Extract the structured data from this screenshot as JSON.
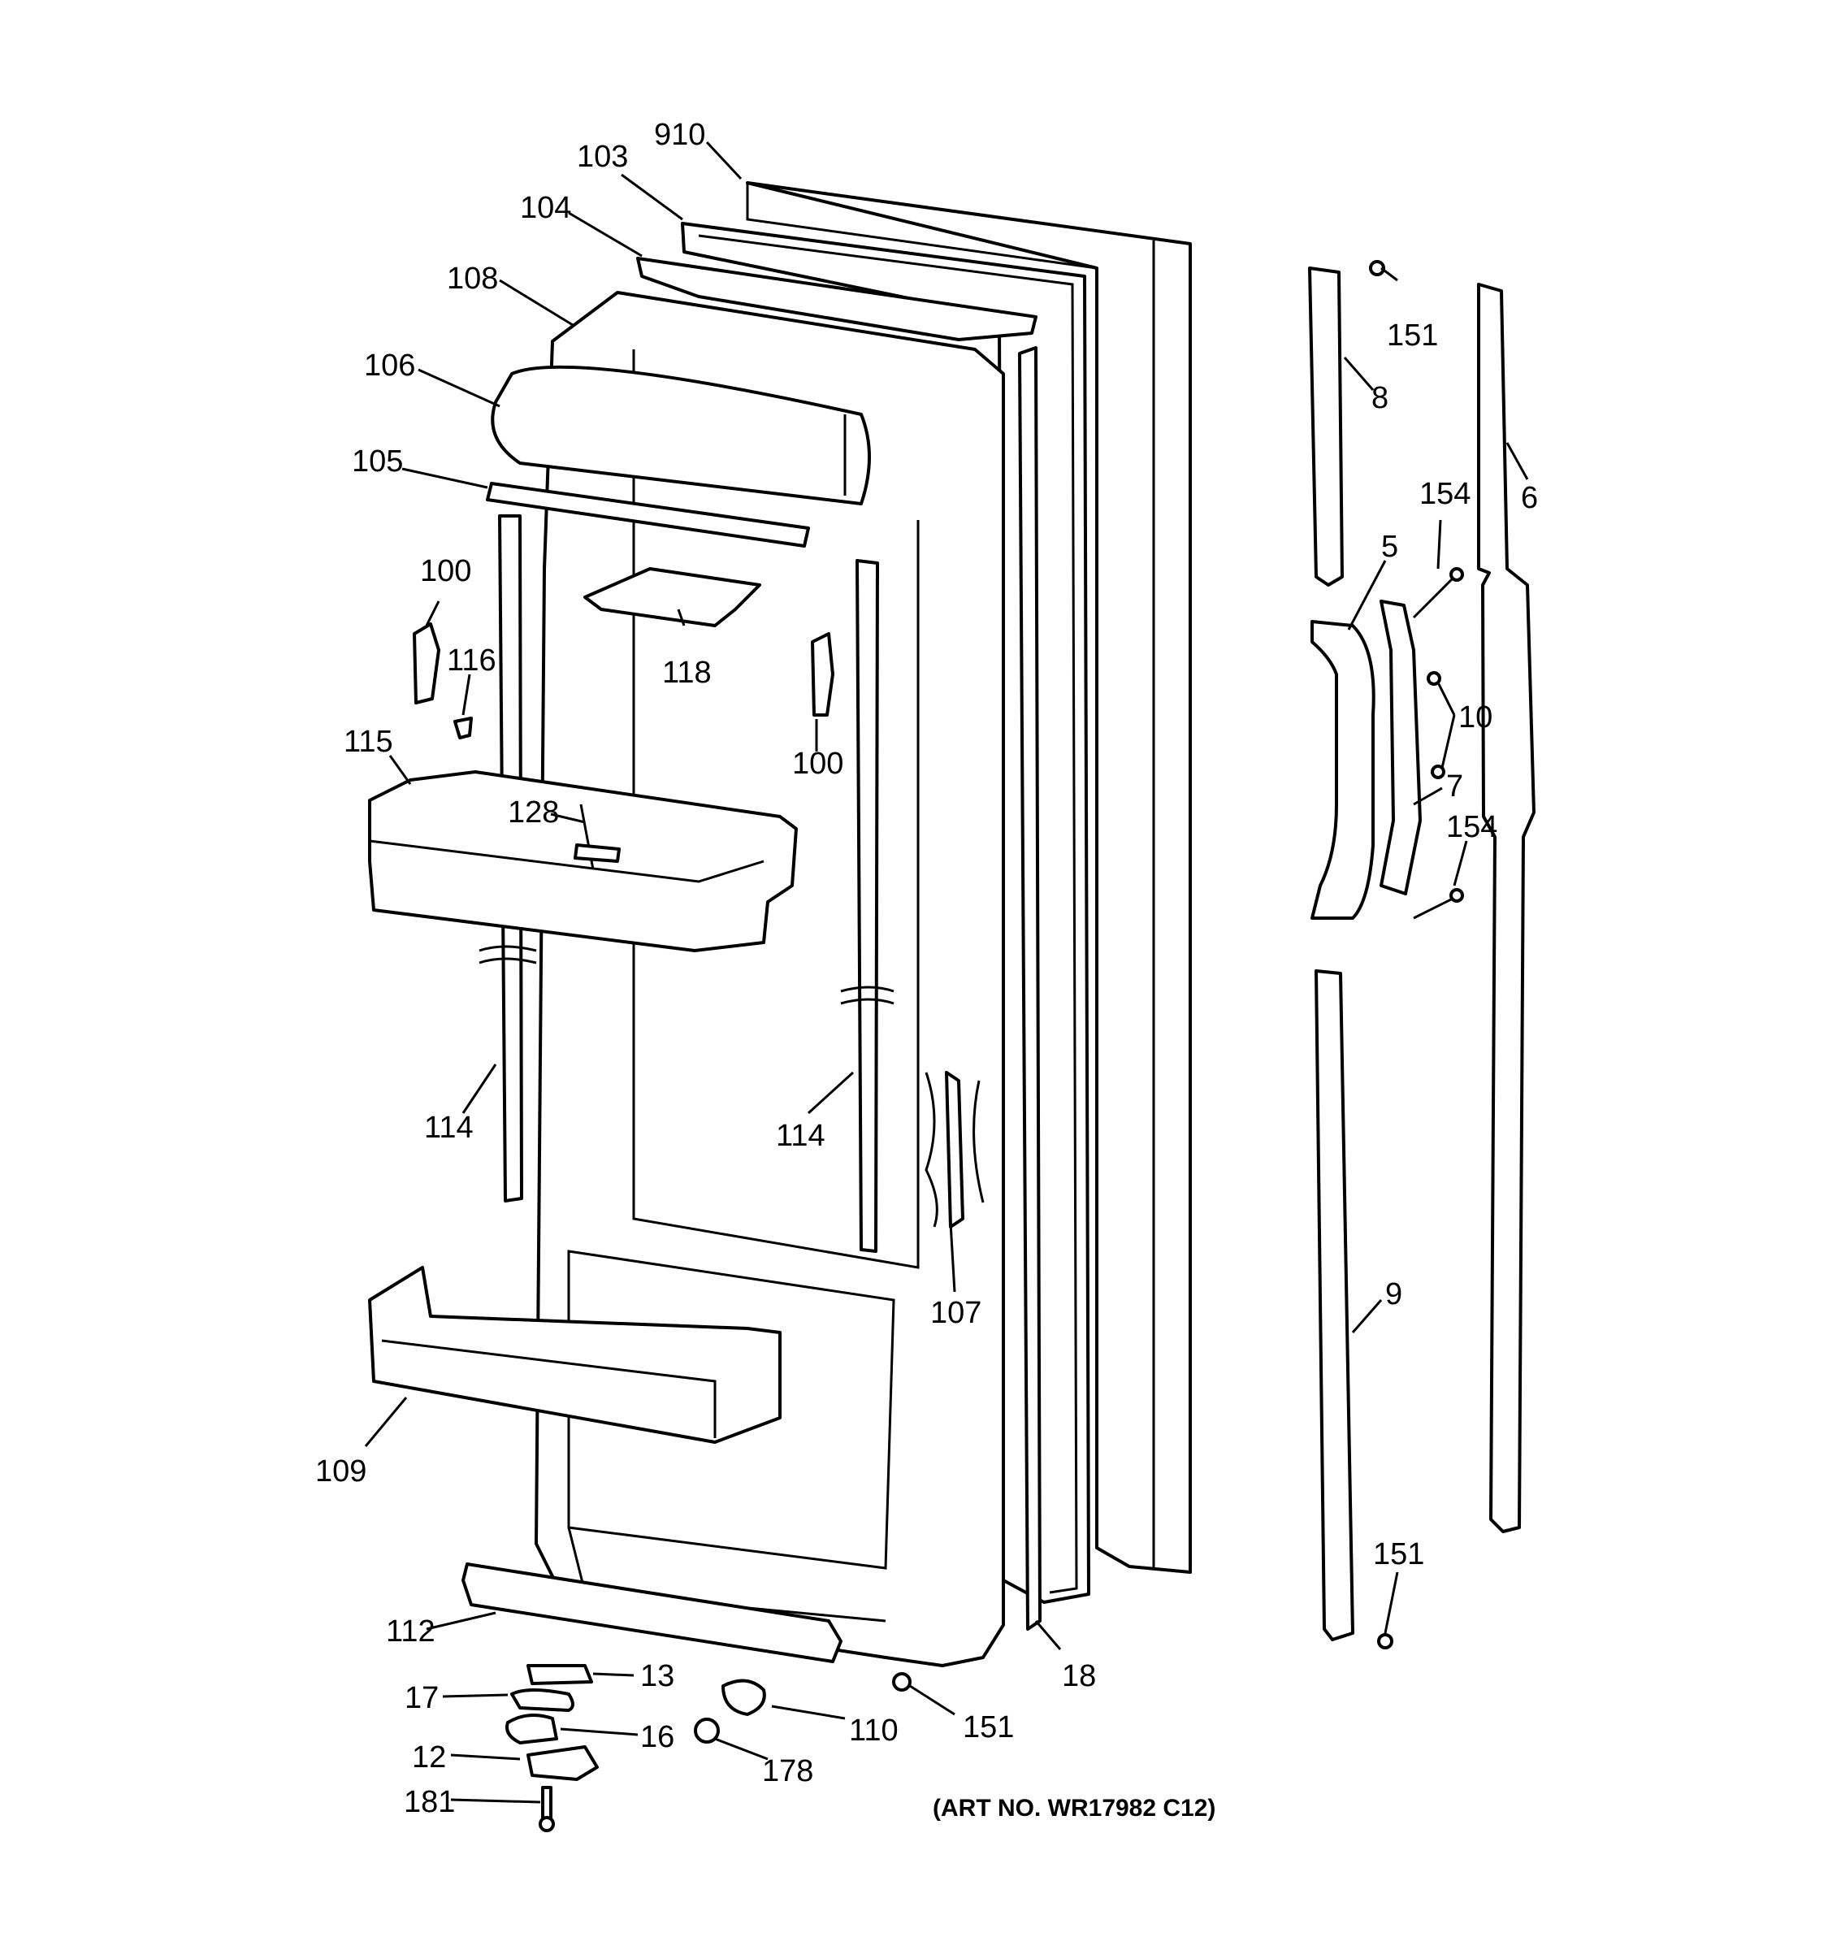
{
  "diagram": {
    "art_number": "(ART NO. WR17982 C12)",
    "labels": [
      {
        "id": "910",
        "text": "910"
      },
      {
        "id": "103",
        "text": "103"
      },
      {
        "id": "104",
        "text": "104"
      },
      {
        "id": "108",
        "text": "108"
      },
      {
        "id": "106",
        "text": "106"
      },
      {
        "id": "105",
        "text": "105"
      },
      {
        "id": "100a",
        "text": "100"
      },
      {
        "id": "116",
        "text": "116"
      },
      {
        "id": "118",
        "text": "118"
      },
      {
        "id": "100b",
        "text": "100"
      },
      {
        "id": "115",
        "text": "115"
      },
      {
        "id": "128",
        "text": "128"
      },
      {
        "id": "114a",
        "text": "114"
      },
      {
        "id": "114b",
        "text": "114"
      },
      {
        "id": "107",
        "text": "107"
      },
      {
        "id": "109",
        "text": "109"
      },
      {
        "id": "112",
        "text": "112"
      },
      {
        "id": "18",
        "text": "18"
      },
      {
        "id": "13",
        "text": "13"
      },
      {
        "id": "17",
        "text": "17"
      },
      {
        "id": "16",
        "text": "16"
      },
      {
        "id": "12",
        "text": "12"
      },
      {
        "id": "181",
        "text": "181"
      },
      {
        "id": "110",
        "text": "110"
      },
      {
        "id": "178",
        "text": "178"
      },
      {
        "id": "151a",
        "text": "151"
      },
      {
        "id": "151b",
        "text": "151"
      },
      {
        "id": "151c",
        "text": "151"
      },
      {
        "id": "8",
        "text": "8"
      },
      {
        "id": "6",
        "text": "6"
      },
      {
        "id": "154a",
        "text": "154"
      },
      {
        "id": "5",
        "text": "5"
      },
      {
        "id": "10",
        "text": "10"
      },
      {
        "id": "7",
        "text": "7"
      },
      {
        "id": "154b",
        "text": "154"
      },
      {
        "id": "9",
        "text": "9"
      }
    ]
  }
}
